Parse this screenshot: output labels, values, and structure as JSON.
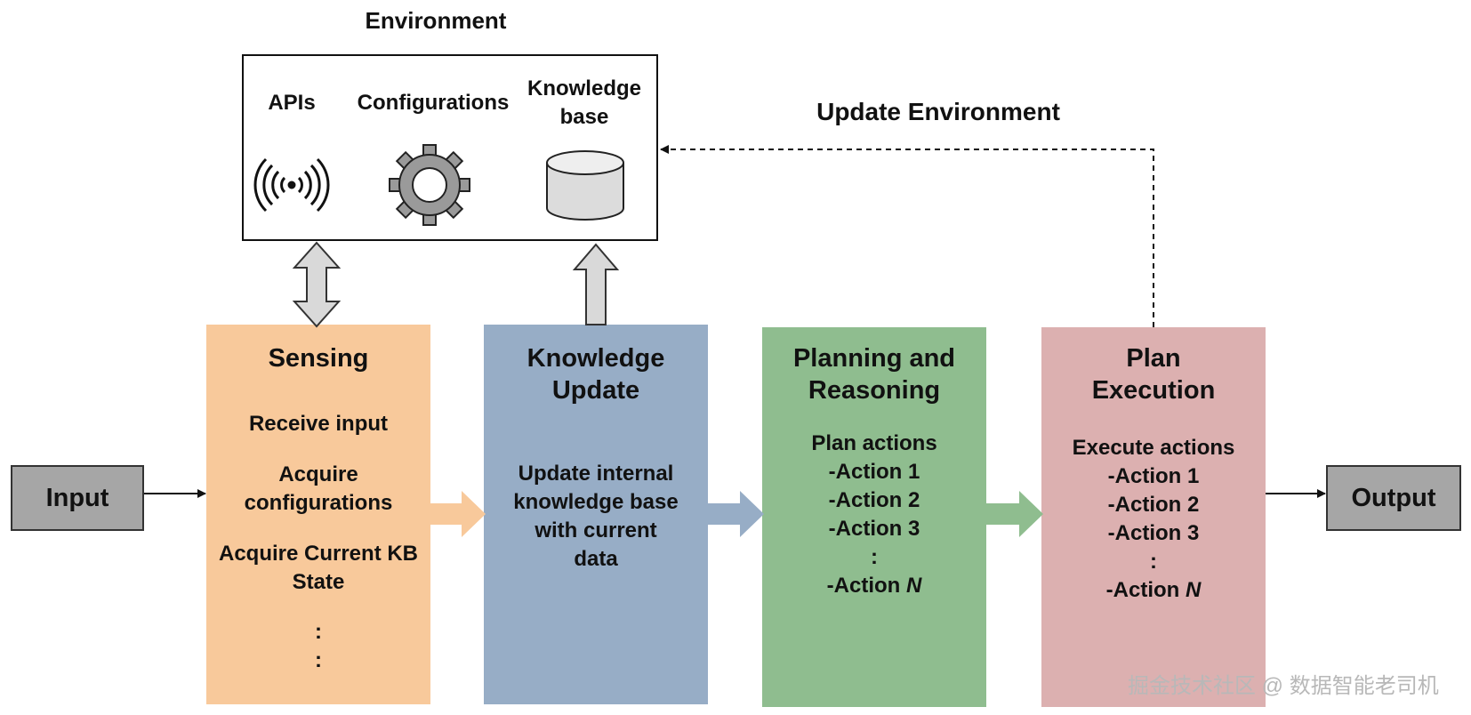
{
  "environment": {
    "title": "Environment",
    "apis_label": "APIs",
    "configurations_label": "Configurations",
    "knowledge_base_label": [
      "Knowledge",
      "base"
    ]
  },
  "update_environment_label": "Update Environment",
  "input_label": "Input",
  "output_label": "Output",
  "stages": {
    "sensing": {
      "title": [
        "Sensing"
      ],
      "items": [
        "Receive input",
        "Acquire",
        "configurations",
        "",
        "Acquire Current KB",
        "State",
        "",
        ":",
        ":"
      ],
      "color": "#f8c99b"
    },
    "knowledge_update": {
      "title": [
        "Knowledge",
        "Update"
      ],
      "items": [
        "Update internal",
        "knowledge base",
        "with current",
        "data"
      ],
      "color": "#97adc6"
    },
    "planning": {
      "title": [
        "Planning and",
        "Reasoning"
      ],
      "items": [
        "Plan actions",
        "-Action 1",
        "-Action 2",
        "-Action 3",
        ":"
      ],
      "last_prefix": "-Action ",
      "last_italic": "N",
      "color": "#8fbd8f"
    },
    "execution": {
      "title": [
        "Plan",
        "Execution"
      ],
      "items": [
        "Execute actions",
        "-Action 1",
        "-Action 2",
        "-Action 3",
        ":"
      ],
      "last_prefix": "-Action ",
      "last_italic": "N",
      "color": "#dcb0b0"
    }
  },
  "watermark": "掘金技术社区 @ 数据智能老司机"
}
